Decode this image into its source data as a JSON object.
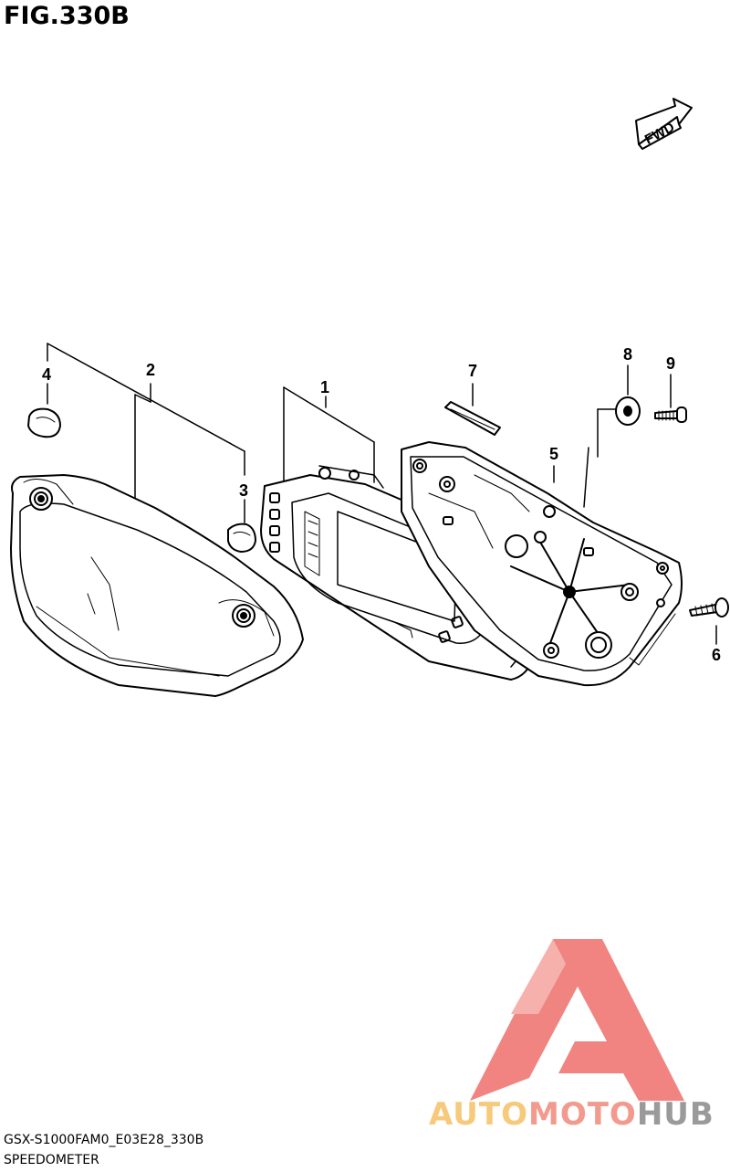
{
  "figure": {
    "title": "FIG.330B"
  },
  "fwd_label": "FWD",
  "callouts": [
    "1",
    "2",
    "3",
    "4",
    "5",
    "6",
    "7",
    "8",
    "9"
  ],
  "footer": {
    "code": "GSX-S1000FAM0_E03E28_330B",
    "title": "SPEEDOMETER"
  },
  "watermark": {
    "part1": "AUTO",
    "part2": "MOTO",
    "part3": "HUB"
  },
  "colors": {
    "watermark_red": "#ee6f6a",
    "watermark_yellow": "#f7c97a",
    "watermark_grey": "#9a9a9a"
  }
}
